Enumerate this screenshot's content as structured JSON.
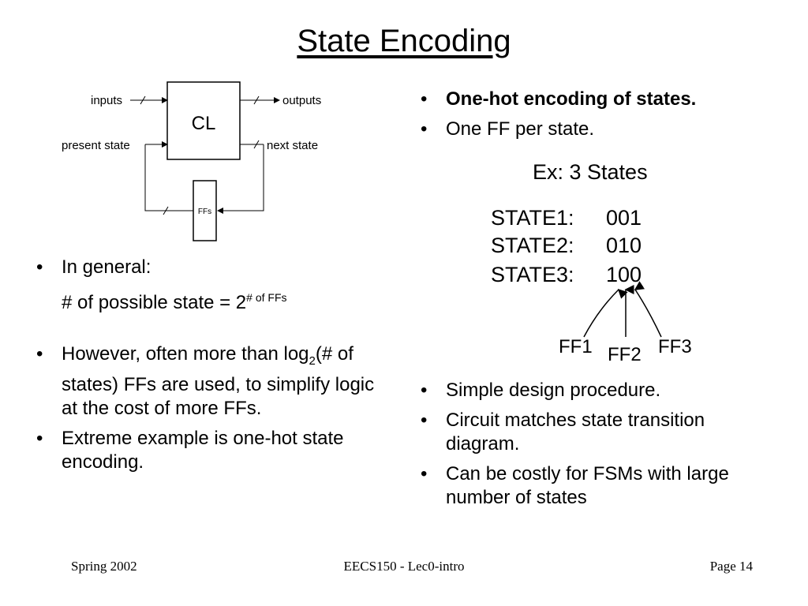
{
  "title": "State Encoding",
  "diagram": {
    "inputs": "inputs",
    "outputs": "outputs",
    "present_state": "present state",
    "next_state": "next state",
    "cl": "CL",
    "ffs": "FFs"
  },
  "left": {
    "general": "In general:",
    "formula_prefix": "# of possible state = 2",
    "formula_exp": "# of FFs",
    "however_a": "However, often more than log",
    "however_sub": "2",
    "however_b": "(# of states) FFs are used, to simplify logic at the cost of more FFs.",
    "extreme": "Extreme example is one-hot state encoding."
  },
  "right": {
    "onehot": "One-hot encoding of states.",
    "oneff": "One FF per state.",
    "simple": "Simple design procedure.",
    "circuit": "Circuit matches state transition diagram.",
    "costly": "Can be costly for FSMs with large number of states"
  },
  "example": {
    "heading": "Ex: 3 States",
    "rows": [
      {
        "label": "STATE1:",
        "code": "001"
      },
      {
        "label": "STATE2:",
        "code": "010"
      },
      {
        "label": "STATE3:",
        "code": "100"
      }
    ],
    "ff1": "FF1",
    "ff2": "FF2",
    "ff3": "FF3"
  },
  "footer": {
    "left": "Spring 2002",
    "center": "EECS150 - Lec0-intro",
    "right": "Page 14"
  }
}
